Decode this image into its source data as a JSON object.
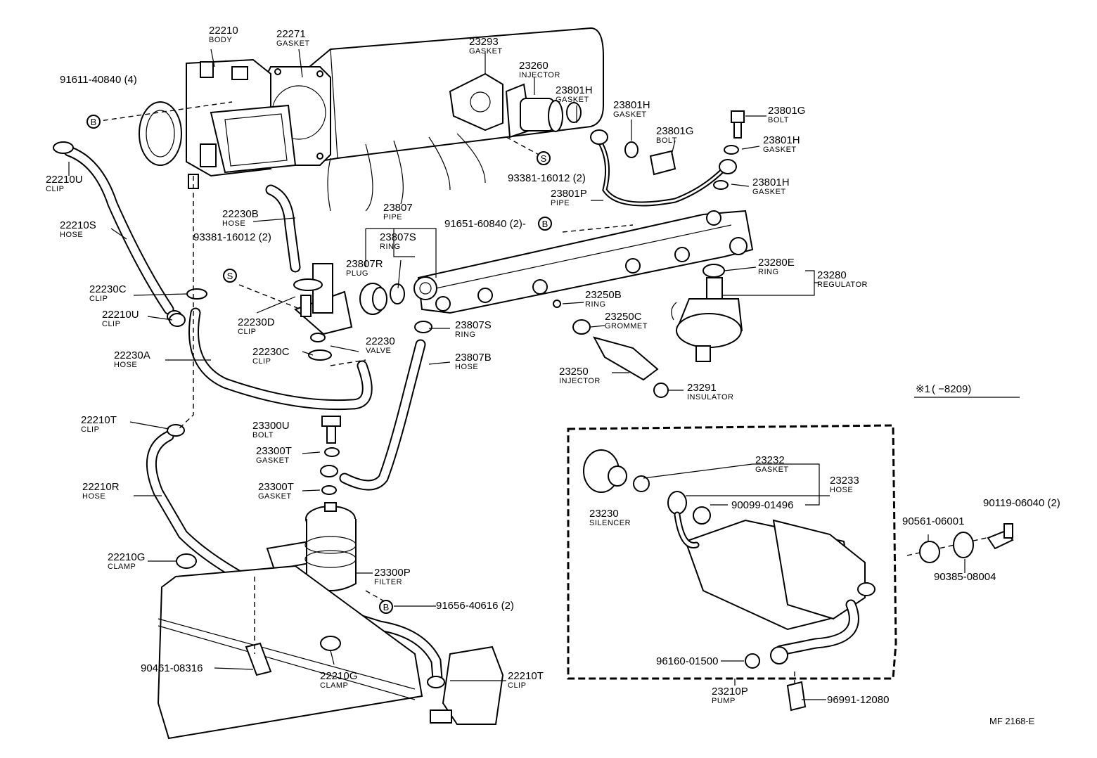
{
  "diagram_code": "MF 2168-E",
  "note": {
    "mark": "※1",
    "text": "(       −8209)"
  },
  "callouts": [
    {
      "id": "c1",
      "num": "22210",
      "name": "BODY"
    },
    {
      "id": "c2",
      "num": "22271",
      "name": "GASKET"
    },
    {
      "id": "c3",
      "num": "23293",
      "name": "GASKET"
    },
    {
      "id": "c4",
      "num": "23260",
      "name": "INJECTOR"
    },
    {
      "id": "c5",
      "num": "23801H",
      "name": "GASKET"
    },
    {
      "id": "c6",
      "num": "23801H",
      "name": "GASKET"
    },
    {
      "id": "c7",
      "num": "23801G",
      "name": "BOLT"
    },
    {
      "id": "c8",
      "num": "23801G",
      "name": "BOLT"
    },
    {
      "id": "c9",
      "num": "23801H",
      "name": "GASKET"
    },
    {
      "id": "c10",
      "num": "23801H",
      "name": "GASKET"
    },
    {
      "id": "c11",
      "num": "91611-40840 (4)",
      "name": ""
    },
    {
      "id": "c12",
      "num": "22210U",
      "name": "CLIP"
    },
    {
      "id": "c13",
      "num": "93381-16012 (2)",
      "name": ""
    },
    {
      "id": "c14",
      "num": "23801P",
      "name": "PIPE"
    },
    {
      "id": "c15",
      "num": "22210S",
      "name": "HOSE"
    },
    {
      "id": "c16",
      "num": "22230B",
      "name": "HOSE"
    },
    {
      "id": "c17",
      "num": "23807",
      "name": "PIPE"
    },
    {
      "id": "c18",
      "num": "91651-60840 (2)-",
      "name": ""
    },
    {
      "id": "c19",
      "num": "93381-16012 (2)",
      "name": ""
    },
    {
      "id": "c20",
      "num": "23807S",
      "name": "RING"
    },
    {
      "id": "c21",
      "num": "23807R",
      "name": "PLUG"
    },
    {
      "id": "c22",
      "num": "23280E",
      "name": "RING"
    },
    {
      "id": "c23",
      "num": "23280",
      "name": "REGULATOR"
    },
    {
      "id": "c24",
      "num": "22230C",
      "name": "CLIP"
    },
    {
      "id": "c25",
      "num": "22210U",
      "name": "CLIP"
    },
    {
      "id": "c26",
      "num": "22230D",
      "name": "CLIP"
    },
    {
      "id": "c27",
      "num": "23250B",
      "name": "RING"
    },
    {
      "id": "c28",
      "num": "23250C",
      "name": "GROMMET"
    },
    {
      "id": "c29",
      "num": "23807S",
      "name": "RING"
    },
    {
      "id": "c30",
      "num": "22230",
      "name": "VALVE"
    },
    {
      "id": "c31",
      "num": "22230C",
      "name": "CLIP"
    },
    {
      "id": "c32",
      "num": "22230A",
      "name": "HOSE"
    },
    {
      "id": "c33",
      "num": "23807B",
      "name": "HOSE"
    },
    {
      "id": "c34",
      "num": "23250",
      "name": "INJECTOR"
    },
    {
      "id": "c35",
      "num": "23291",
      "name": "INSULATOR"
    },
    {
      "id": "c36",
      "num": "22210T",
      "name": "CLIP"
    },
    {
      "id": "c37",
      "num": "23300U",
      "name": "BOLT"
    },
    {
      "id": "c38",
      "num": "23300T",
      "name": "GASKET"
    },
    {
      "id": "c39",
      "num": "23300T",
      "name": "GASKET"
    },
    {
      "id": "c40",
      "num": "22210R",
      "name": "HOSE"
    },
    {
      "id": "c41",
      "num": "23232",
      "name": "GASKET"
    },
    {
      "id": "c42",
      "num": "23233",
      "name": "HOSE"
    },
    {
      "id": "c43",
      "num": "23230",
      "name": "SILENCER"
    },
    {
      "id": "c44",
      "num": "90099-01496",
      "name": ""
    },
    {
      "id": "c45",
      "num": "90119-06040 (2)",
      "name": ""
    },
    {
      "id": "c46",
      "num": "90561-06001",
      "name": ""
    },
    {
      "id": "c47",
      "num": "22210G",
      "name": "CLAMP"
    },
    {
      "id": "c48",
      "num": "23300P",
      "name": "FILTER"
    },
    {
      "id": "c49",
      "num": "90385-08004",
      "name": ""
    },
    {
      "id": "c50",
      "num": "91656-40616 (2)",
      "name": ""
    },
    {
      "id": "c51",
      "num": "96160-01500",
      "name": ""
    },
    {
      "id": "c52",
      "num": "90461-08316",
      "name": ""
    },
    {
      "id": "c53",
      "num": "22210G",
      "name": "CLAMP"
    },
    {
      "id": "c54",
      "num": "22210T",
      "name": "CLIP"
    },
    {
      "id": "c55",
      "num": "23210P",
      "name": "PUMP"
    },
    {
      "id": "c56",
      "num": "96991-12080",
      "name": ""
    }
  ],
  "circle_markers": [
    {
      "id": "m1",
      "letter": "B"
    },
    {
      "id": "m2",
      "letter": "S"
    },
    {
      "id": "m3",
      "letter": "S"
    },
    {
      "id": "m4",
      "letter": "B"
    },
    {
      "id": "m5",
      "letter": "B"
    }
  ]
}
